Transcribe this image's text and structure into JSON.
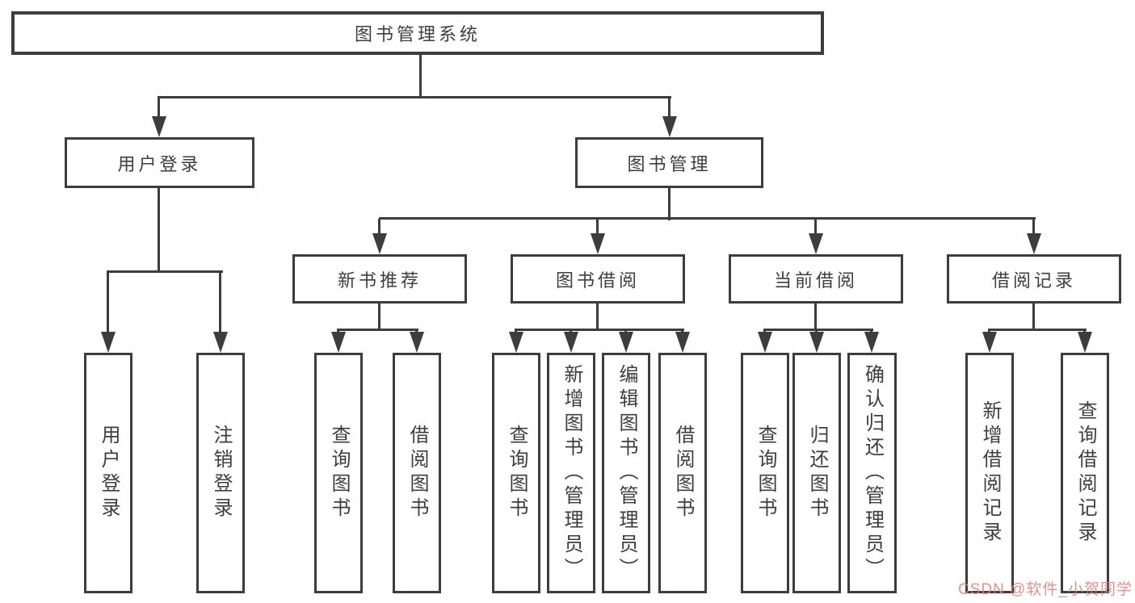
{
  "diagram": {
    "title": "图书管理系统",
    "level2": [
      "用户登录",
      "图书管理"
    ],
    "level3": [
      "新书推荐",
      "图书借阅",
      "当前借阅",
      "借阅记录"
    ],
    "leaves": {
      "user_login": [
        "用户登录",
        "注销登录"
      ],
      "new_book": [
        "查询图书",
        "借阅图书"
      ],
      "book_borrow": [
        "查询图书",
        "新增图书（管理员）",
        "编辑图书（管理员）",
        "借阅图书"
      ],
      "current_borrow": [
        "查询图书",
        "归还图书",
        "确认归还（管理员）"
      ],
      "borrow_record": [
        "新增借阅记录",
        "查询借阅记录"
      ]
    },
    "colors": {
      "line": "#3d3d3d",
      "text": "#3e3e3e",
      "background": "#ffffff",
      "watermark": "#e77d7d"
    },
    "watermark": "CSDN @软件_小贺同学"
  }
}
